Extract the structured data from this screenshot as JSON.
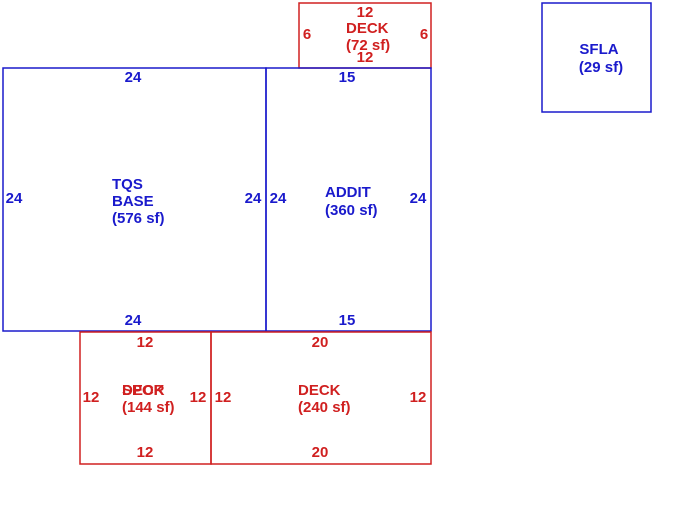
{
  "colors": {
    "blue": "#1a1acc",
    "red": "#d02020"
  },
  "areas": {
    "deck_top": {
      "line1": "DECK",
      "line2": "(72 sf)",
      "top": "12",
      "bottom": "12",
      "left": "6",
      "right": "6"
    },
    "sfla": {
      "line1": "SFLA",
      "line2": "(29 sf)"
    },
    "tqs_base": {
      "line1": "TQS",
      "line2": "BASE",
      "line3": "(576 sf)",
      "top": "24",
      "bottom": "24",
      "left": "24",
      "right": "24"
    },
    "addit": {
      "line1": "ADDIT",
      "line2": "(360 sf)",
      "top": "15",
      "bottom": "15",
      "left": "24",
      "right": "24"
    },
    "deck_porch": {
      "overlap_a": "DECK",
      "overlap_b": "SPOR",
      "line2": "(144 sf)",
      "top": "12",
      "bottom": "12",
      "left": "12",
      "right": "12"
    },
    "deck_bottom": {
      "line1": "DECK",
      "line2": "(240 sf)",
      "top": "20",
      "bottom": "20",
      "left": "12",
      "right": "12"
    }
  }
}
